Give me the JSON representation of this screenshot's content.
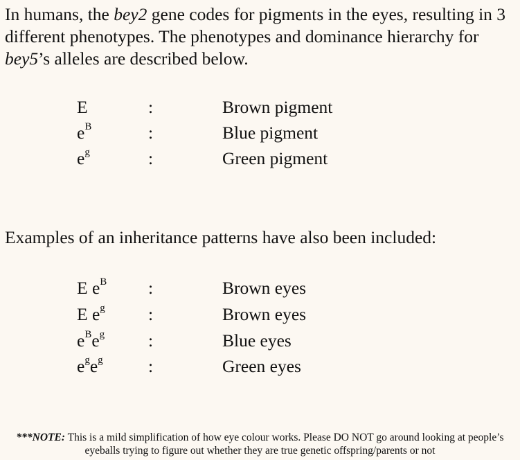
{
  "intro": {
    "part1": "In humans, the ",
    "gene1": "bey2",
    "part2": " gene codes for pigments in the eyes, resulting in 3 different phenotypes. The phenotypes and dominance hierarchy for ",
    "gene2": "bey5",
    "part3": "’s alleles are described below."
  },
  "alleles": [
    {
      "base": "E",
      "sup": "",
      "sep": ":",
      "desc": "Brown pigment"
    },
    {
      "base": "e",
      "sup": "B",
      "sep": ":",
      "desc": "Blue pigment"
    },
    {
      "base": "e",
      "sup": "g",
      "sep": ":",
      "desc": "Green pigment"
    }
  ],
  "examples_heading": "Examples of an inheritance patterns have also been included:",
  "examples": [
    {
      "a_base": "E ",
      "a_sup": "",
      "b_base": "e",
      "b_sup": "B",
      "sep": ":",
      "desc": "Brown eyes"
    },
    {
      "a_base": "E ",
      "a_sup": "",
      "b_base": "e",
      "b_sup": "g",
      "sep": ":",
      "desc": "Brown eyes"
    },
    {
      "a_base": "e",
      "a_sup": "B",
      "b_base": "e",
      "b_sup": "g",
      "sep": ":",
      "desc": "Blue eyes"
    },
    {
      "a_base": "e",
      "a_sup": "g",
      "b_base": "e",
      "b_sup": "g",
      "sep": ":",
      "desc": "Green eyes"
    }
  ],
  "note": {
    "label": "***NOTE:",
    "text": " This is a mild simplification of how eye colour works. Please DO NOT go around looking at people’s eyeballs trying to figure out whether they are true genetic offspring/parents or not"
  }
}
